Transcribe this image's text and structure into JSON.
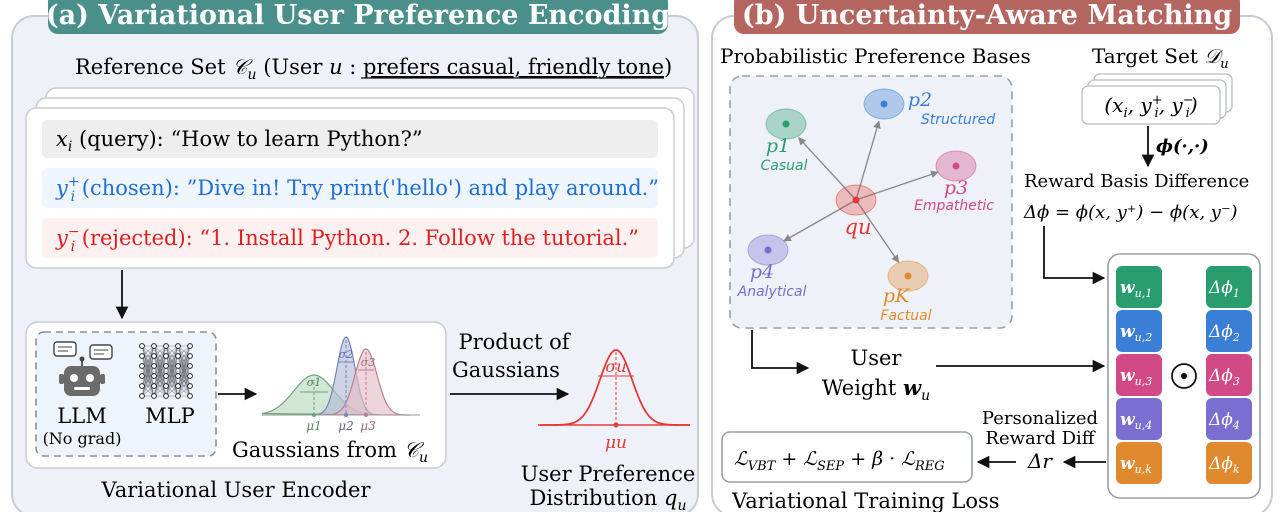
{
  "panel_a": {
    "title": "(a) Variational User Preference Encoding",
    "header_color": "#4a8f8a",
    "reference_set": {
      "prefix": "Reference Set ",
      "set_symbol": "𝒞",
      "set_sub": "u",
      "user_text": " (User ",
      "user_var": "u",
      "colon": " : ",
      "preference": "prefers casual, friendly tone",
      "close": ")"
    },
    "rows": {
      "query": {
        "var": "x",
        "sub": "i",
        "label": " (query): “How to learn Python?”"
      },
      "chosen": {
        "var": "y",
        "sup": "+",
        "sub": "i",
        "label": " (chosen): ”Dive in! Try print('hello') and play around.”",
        "color": "#1f6fd6"
      },
      "rejected": {
        "var": "y",
        "sup": "−",
        "sub": "i",
        "label": " (rejected): “1. Install Python. 2. Follow the tutorial.”",
        "color": "#e02020"
      }
    },
    "encoder": {
      "llm": "LLM",
      "no_grad": "(No grad)",
      "mlp": "MLP",
      "gaussians_label": "Gaussians from ",
      "gaussians_sym": "𝒞",
      "gaussians_sub": "u",
      "sigma1": "σ1",
      "sigma2": "σ2",
      "sigma3": "σ3",
      "mu1": "μ1",
      "mu2": "μ2",
      "mu3": "μ3",
      "title": "Variational User Encoder"
    },
    "product": {
      "line1": "Product of",
      "line2": "Gaussians"
    },
    "distribution": {
      "sigma": "σu",
      "mu": "μu",
      "line1": "User Preference",
      "line2": "Distribution ",
      "q": "q",
      "q_sub": "u",
      "color": "#e53935"
    }
  },
  "panel_b": {
    "title": "(b) Uncertainty-Aware Matching",
    "header_color": "#b5655f",
    "bases_title": "Probabilistic Preference Bases",
    "bases": [
      {
        "sym": "p1",
        "name": "Casual",
        "color": "#2a9d6f"
      },
      {
        "sym": "p2",
        "name": "Structured",
        "color": "#3a7fd5"
      },
      {
        "sym": "p3",
        "name": "Empathetic",
        "color": "#d14a86"
      },
      {
        "sym": "p4",
        "name": "Analytical",
        "color": "#7a6fd0"
      },
      {
        "sym": "pK",
        "name": "Factual",
        "color": "#e08a30"
      }
    ],
    "center": {
      "sym": "qu",
      "color": "#e53935"
    },
    "target": {
      "prefix": "Target Set ",
      "sym": "𝒟",
      "sub": "u",
      "tuple": "(xi, yi+, yi−)"
    },
    "phi": "ϕ(·,·)",
    "reward_basis": "Reward Basis Difference",
    "delta_formula": "Δϕ = ϕ(x, y⁺) − ϕ(x, y⁻)",
    "user_weight_line1": "User",
    "user_weight_line2": "Weight ",
    "user_weight_var": "wu",
    "personalized_line1": "Personalized",
    "personalized_line2": "Reward Diff",
    "delta_r": "Δr",
    "loss": "ℒVBT + ℒSEP + β · ℒREG",
    "loss_title": "Variational Training Loss",
    "odot": "⊙",
    "weights": [
      {
        "label": "w",
        "sub": "u,1",
        "color": "#2a9d6f"
      },
      {
        "label": "w",
        "sub": "u,2",
        "color": "#3a7fd5"
      },
      {
        "label": "w",
        "sub": "u,3",
        "color": "#d14a86"
      },
      {
        "label": "w",
        "sub": "u,4",
        "color": "#7a6fd0"
      },
      {
        "label": "w",
        "sub": "u,k",
        "color": "#e08a30"
      }
    ],
    "deltas": [
      {
        "label": "Δϕ",
        "sub": "1",
        "color": "#2a9d6f"
      },
      {
        "label": "Δϕ",
        "sub": "2",
        "color": "#3a7fd5"
      },
      {
        "label": "Δϕ",
        "sub": "3",
        "color": "#d14a86"
      },
      {
        "label": "Δϕ",
        "sub": "4",
        "color": "#7a6fd0"
      },
      {
        "label": "Δϕ",
        "sub": "k",
        "color": "#e08a30"
      }
    ]
  }
}
